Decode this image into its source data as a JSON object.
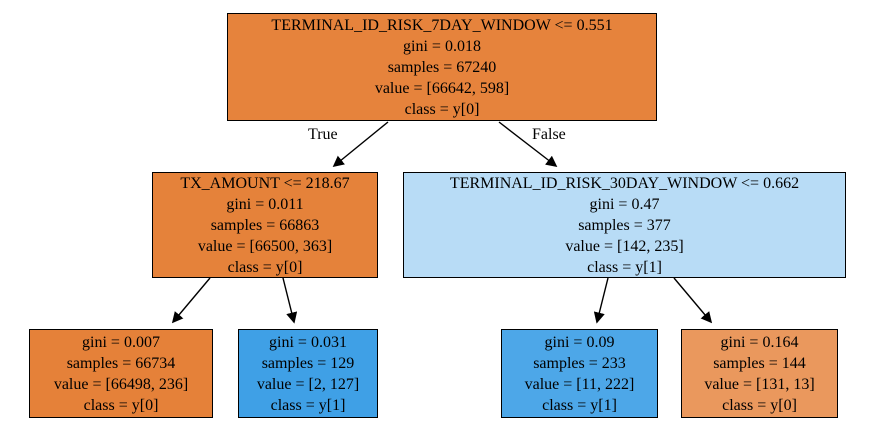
{
  "diagram": {
    "type": "decision-tree",
    "background_color": "#ffffff",
    "edge_color": "#000000",
    "node_border_color": "#000000",
    "edge_labels": {
      "true_branch": "True",
      "false_branch": "False"
    },
    "nodes": [
      {
        "id": "root",
        "fill": "#e6833c",
        "class_label": "y[0]",
        "lines": [
          "TERMINAL_ID_RISK_7DAY_WINDOW <= 0.551",
          "gini = 0.018",
          "samples = 67240",
          "value = [66642, 598]",
          "class = y[0]"
        ]
      },
      {
        "id": "internal-left",
        "fill": "#e5823a",
        "class_label": "y[0]",
        "lines": [
          "TX_AMOUNT <= 218.67",
          "gini = 0.011",
          "samples = 66863",
          "value = [66500, 363]",
          "class = y[0]"
        ]
      },
      {
        "id": "internal-right",
        "fill": "#b8dcf6",
        "class_label": "y[1]",
        "lines": [
          "TERMINAL_ID_RISK_30DAY_WINDOW <= 0.662",
          "gini = 0.47",
          "samples = 377",
          "value = [142, 235]",
          "class = y[1]"
        ]
      },
      {
        "id": "leaf-1",
        "fill": "#e58139",
        "class_label": "y[0]",
        "lines": [
          "gini = 0.007",
          "samples = 66734",
          "value = [66498, 236]",
          "class = y[0]"
        ]
      },
      {
        "id": "leaf-2",
        "fill": "#3fa0e6",
        "class_label": "y[1]",
        "lines": [
          "gini = 0.031",
          "samples = 129",
          "value = [2, 127]",
          "class = y[1]"
        ]
      },
      {
        "id": "leaf-3",
        "fill": "#4da7e8",
        "class_label": "y[1]",
        "lines": [
          "gini = 0.09",
          "samples = 233",
          "value = [11, 222]",
          "class = y[1]"
        ]
      },
      {
        "id": "leaf-4",
        "fill": "#ea985d",
        "class_label": "y[0]",
        "lines": [
          "gini = 0.164",
          "samples = 144",
          "value = [131, 13]",
          "class = y[0]"
        ]
      }
    ]
  }
}
